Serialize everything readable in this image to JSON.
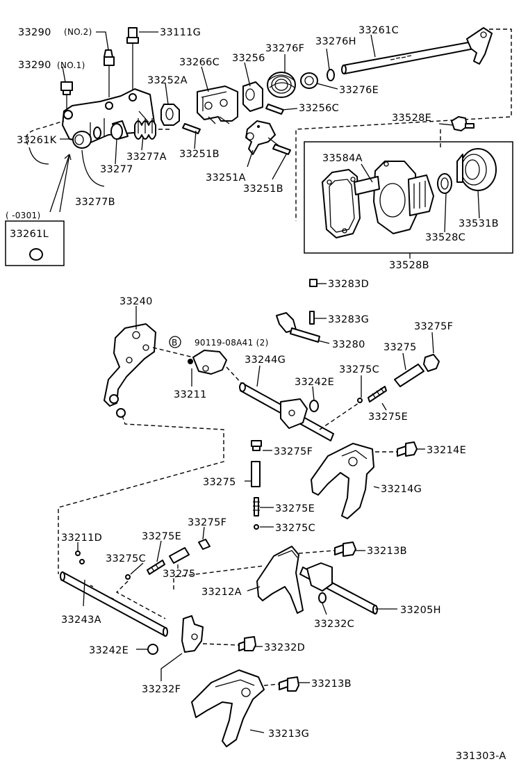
{
  "diagram": {
    "code": "331303-A",
    "labels": {
      "p33290_no2": "33290",
      "no2": "(NO.2)",
      "p33111g": "33111G",
      "p33290_no1": "33290",
      "no1": "(NO.1)",
      "p33266c": "33266C",
      "p33256": "33256",
      "p33276f": "33276F",
      "p33276h": "33276H",
      "p33261c": "33261C",
      "p33252a": "33252A",
      "p33276e": "33276E",
      "p33256c": "33256C",
      "p33528e": "33528E",
      "p33261k": "33261K",
      "p33251b_1": "33251B",
      "p33277a": "33277A",
      "p33277": "33277",
      "p33251a": "33251A",
      "p33251b_2": "33251B",
      "p33584a": "33584A",
      "p33277b": "33277B",
      "p33531b": "33531B",
      "p33528c": "33528C",
      "p33528b": "33528B",
      "inset_range": "(    -0301)",
      "p33261l": "33261L",
      "p33283d": "33283D",
      "p33240": "33240",
      "p33283g": "33283G",
      "bolt_ref_symbol": "B",
      "bolt_ref": "90119-08A41 (2)",
      "p33280": "33280",
      "p33275f_1": "33275F",
      "p33275_1": "33275",
      "p33244g": "33244G",
      "p33211": "33211",
      "p33275c_1": "33275C",
      "p33242e_1": "33242E",
      "p33275e_1": "33275E",
      "p33275f_2": "33275F",
      "p33214e": "33214E",
      "p33275_2": "33275",
      "p33214g": "33214G",
      "p33275e_2": "33275E",
      "p33275f_3": "33275F",
      "p33275c_2": "33275C",
      "p33211d": "33211D",
      "p33275e_3": "33275E",
      "p33213b_1": "33213B",
      "p33275c_3": "33275C",
      "p33275_3": "33275",
      "p33212a": "33212A",
      "p33205h": "33205H",
      "p33232c": "33232C",
      "p33243a": "33243A",
      "p33242e_2": "33242E",
      "p33232d": "33232D",
      "p33232f": "33232F",
      "p33213b_2": "33213B",
      "p33213g": "33213G"
    }
  }
}
